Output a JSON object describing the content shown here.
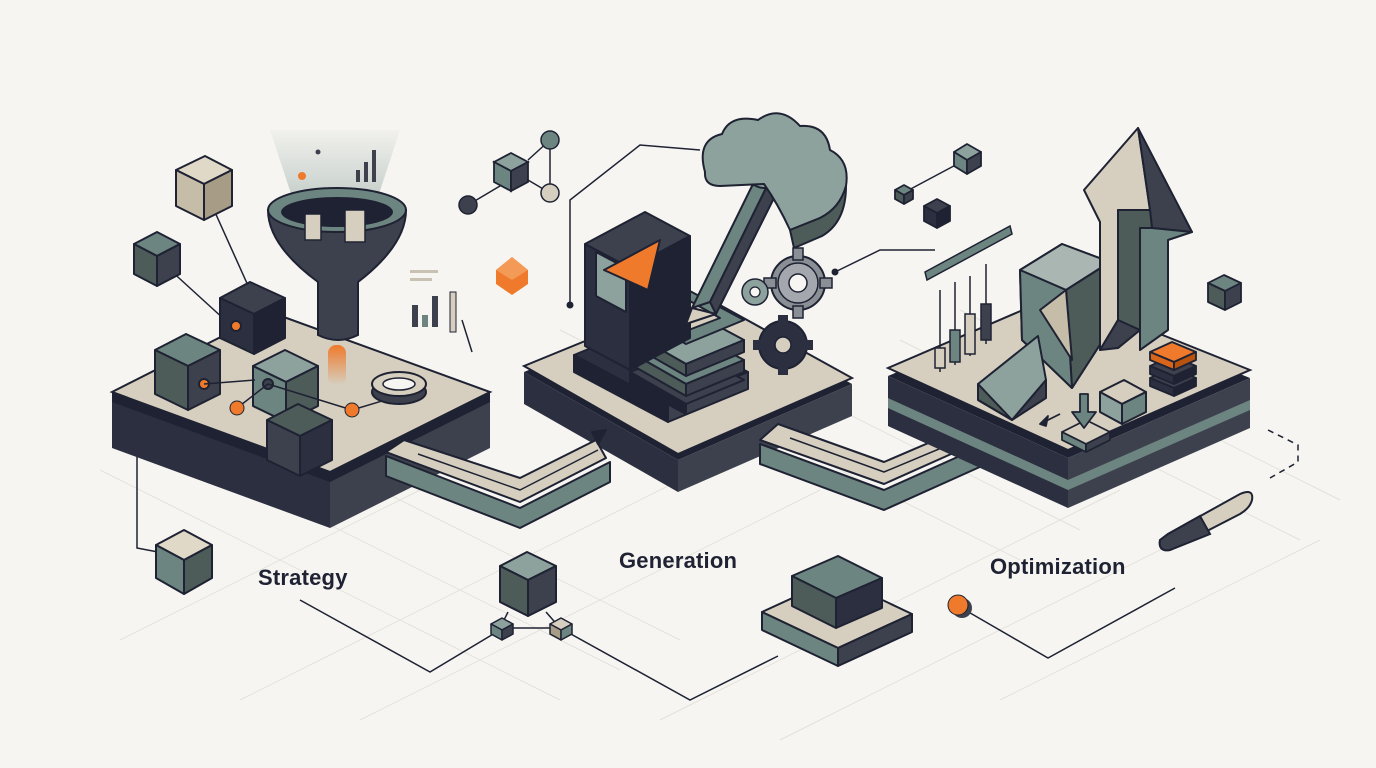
{
  "diagram": {
    "stages": [
      {
        "label": "Strategy",
        "icon": "funnel-icon"
      },
      {
        "label": "Generation",
        "icon": "pencil-icon"
      },
      {
        "label": "Optimization",
        "icon": "up-arrow-icon"
      }
    ],
    "colors": {
      "background": "#f6f5f1",
      "ink": "#1e2233",
      "slate": "#3d414d",
      "sage": "#6d8580",
      "sand": "#d6cfbf",
      "accent": "#ef7a2c"
    }
  }
}
